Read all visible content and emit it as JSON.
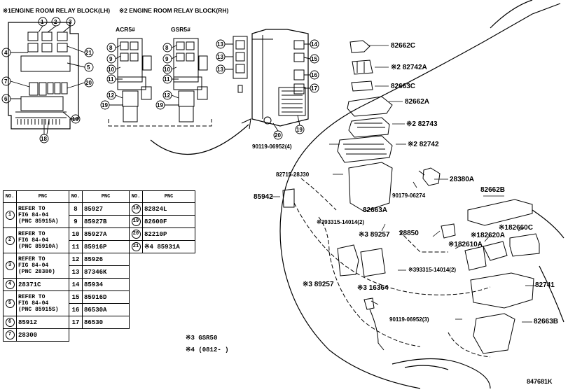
{
  "headers": {
    "lh": "※1ENGINE ROOM RELAY BLOCK(LH)",
    "rh": "※2 ENGINE ROOM RELAY BLOCK(RH)",
    "acr": "ACR5#",
    "gsr": "GSR5#"
  },
  "callouts_lh": [
    "1",
    "2",
    "3",
    "4",
    "21",
    "5",
    "7",
    "20",
    "6",
    "19",
    "18"
  ],
  "callouts_acr": [
    "8",
    "9",
    "10",
    "11",
    "12",
    "19"
  ],
  "callouts_gsr": [
    "8",
    "9",
    "10",
    "11",
    "12",
    "19"
  ],
  "callouts_rh": [
    "13",
    "13",
    "13",
    "14",
    "15",
    "16",
    "17",
    "19",
    "20"
  ],
  "part_labels": [
    {
      "text": "82662C"
    },
    {
      "text": "※2 82742A"
    },
    {
      "text": "82663C"
    },
    {
      "text": "82662A"
    },
    {
      "text": "※2 82743"
    },
    {
      "text": "※2 82742"
    },
    {
      "text": "90119-06952(4)"
    },
    {
      "text": "82715-28J30"
    },
    {
      "text": "28380A"
    },
    {
      "text": "85942"
    },
    {
      "text": "90179-06274"
    },
    {
      "text": "82662B"
    },
    {
      "text": "82663A"
    },
    {
      "text": "※393315-14014(2)"
    },
    {
      "text": "※182660C"
    },
    {
      "text": "28850"
    },
    {
      "text": "※3 89257"
    },
    {
      "text": "※182620A"
    },
    {
      "text": "※182610A"
    },
    {
      "text": "※393315-14014(2)"
    },
    {
      "text": "※3 89257"
    },
    {
      "text": "※3 16364"
    },
    {
      "text": "82741"
    },
    {
      "text": "90119-06952(3)"
    },
    {
      "text": "82663B"
    }
  ],
  "table": {
    "head": [
      "NO.",
      "PNC",
      "NO.",
      "PNC",
      "NO.",
      "PNC"
    ],
    "col1": [
      {
        "no": "1",
        "pnc": [
          "REFER TO",
          "FIG 84-04",
          "(PNC 85915A)"
        ]
      },
      {
        "no": "2",
        "pnc": [
          "REFER TO",
          "FIG 84-04",
          "(PNC 85910A)"
        ]
      },
      {
        "no": "3",
        "pnc": [
          "REFER TO",
          "FIG 84-04",
          "(PNC 28380)"
        ]
      },
      {
        "no": "4",
        "pnc": [
          "28371C"
        ]
      },
      {
        "no": "5",
        "pnc": [
          "REFER TO",
          "FIG 84-04",
          "(PNC 85915S)"
        ]
      },
      {
        "no": "6",
        "pnc": [
          "85912"
        ]
      },
      {
        "no": "7",
        "pnc": [
          "28300"
        ]
      }
    ],
    "col2": [
      {
        "no": "8",
        "pnc": "85927"
      },
      {
        "no": "9",
        "pnc": "85927B"
      },
      {
        "no": "10",
        "pnc": "85927A"
      },
      {
        "no": "11",
        "pnc": "85916P"
      },
      {
        "no": "12",
        "pnc": "85926"
      },
      {
        "no": "13",
        "pnc": "87346K"
      },
      {
        "no": "14",
        "pnc": "85934"
      },
      {
        "no": "15",
        "pnc": "85916D"
      },
      {
        "no": "16",
        "pnc": "86530A"
      },
      {
        "no": "17",
        "pnc": "86530"
      }
    ],
    "col3": [
      {
        "no": "18",
        "pnc": "82824L"
      },
      {
        "no": "19",
        "pnc": "82600F"
      },
      {
        "no": "20",
        "pnc": "82210P"
      },
      {
        "no": "21",
        "pnc": "※4 85931A"
      }
    ]
  },
  "notes": [
    "※3  GSR50",
    "※4 (0812-      )"
  ],
  "figure_id": "847681K"
}
